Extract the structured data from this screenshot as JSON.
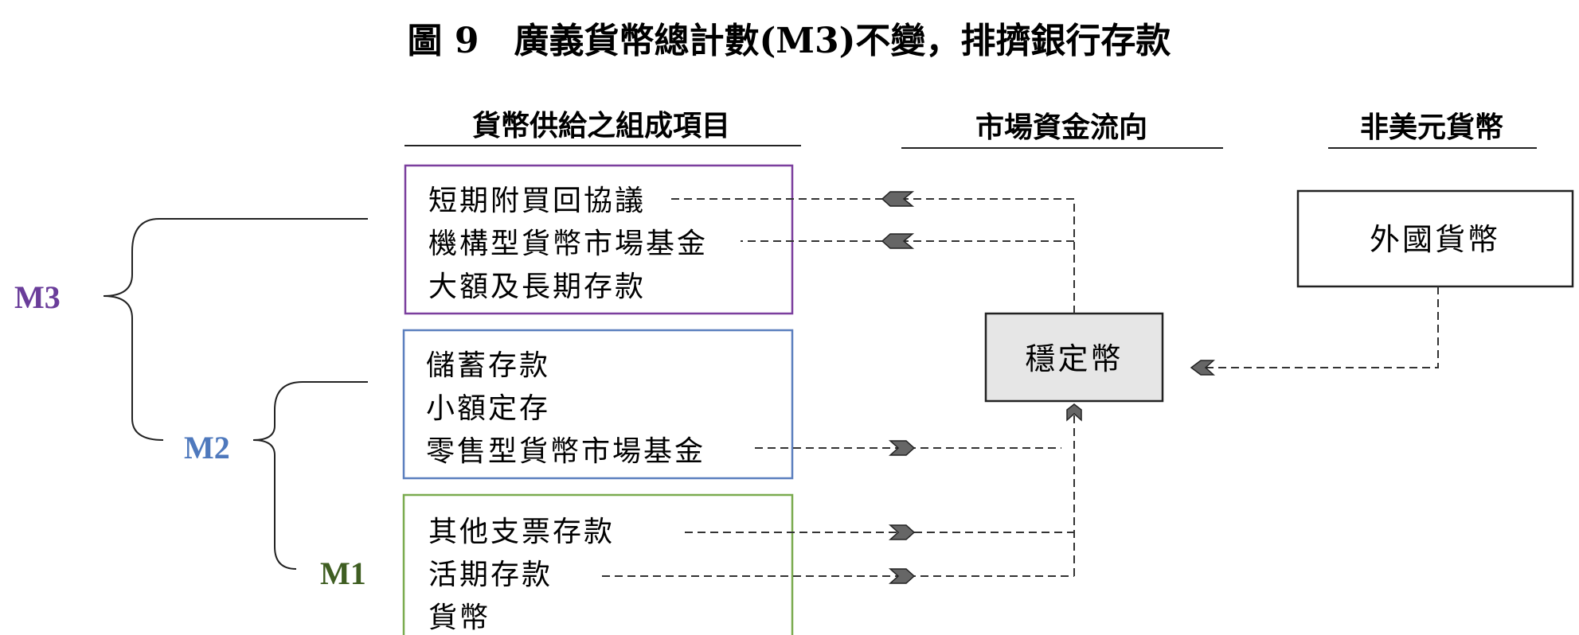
{
  "title": "圖 9　廣義貨幣總計數(M3)不變，排擠銀行存款",
  "columns": {
    "components": "貨幣供給之組成項目",
    "flow": "市場資金流向",
    "non_usd": "非美元貨幣"
  },
  "groups": {
    "m3": {
      "label": "M3",
      "color": "#6a3d9a",
      "items": [
        "短期附買回協議",
        "機構型貨幣市場基金",
        "大額及長期存款"
      ]
    },
    "m2": {
      "label": "M2",
      "color": "#4f79bd",
      "items": [
        "儲蓄存款",
        "小額定存",
        "零售型貨幣市場基金"
      ]
    },
    "m1": {
      "label": "M1",
      "color": "#3f5e22",
      "items": [
        "其他支票存款",
        "活期存款",
        "貨幣"
      ]
    }
  },
  "boxes": {
    "stablecoin": "穩定幣",
    "foreign": "外國貨幣"
  },
  "box_colors": {
    "m3_border": "#7b3f9e",
    "m2_border": "#5b7fbe",
    "m1_border": "#7aab4f",
    "stablecoin_fill": "#e6e6e6"
  }
}
